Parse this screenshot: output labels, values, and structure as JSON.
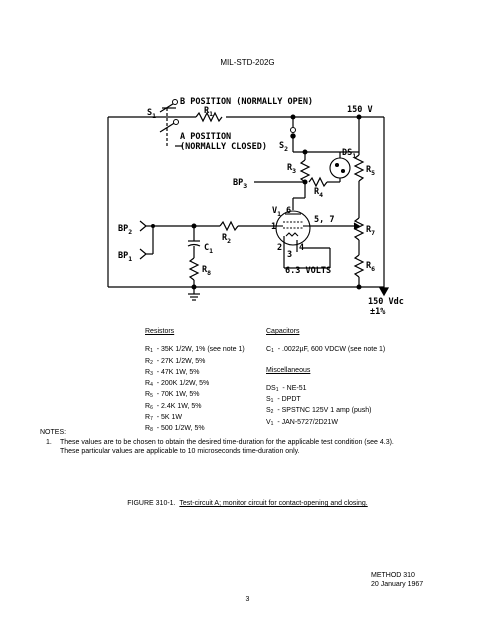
{
  "header": "MIL-STD-202G",
  "diagram": {
    "labels": {
      "s1": "S",
      "s1_sub": "1",
      "b_position": "B POSITION (NORMALLY OPEN)",
      "r1": "R",
      "r1_sub": "1",
      "v150": "150 V",
      "a_position": "A POSITION",
      "normally_closed": "(NORMALLY CLOSED)",
      "s2": "S",
      "s2_sub": "2",
      "ds1": "DS",
      "ds1_sub": "1",
      "r3": "R",
      "r3_sub": "3",
      "r5": "R",
      "r5_sub": "5",
      "r4": "R",
      "r4_sub": "4",
      "bp3": "BP",
      "bp3_sub": "3",
      "v1": "V",
      "v1_sub": "1",
      "pin6": "6",
      "pin57": "5, 7",
      "pin1": "1",
      "pin2": "2",
      "pin3": "3",
      "pin4": "4",
      "r7": "R",
      "r7_sub": "7",
      "bp2": "BP",
      "bp2_sub": "2",
      "c1": "C",
      "c1_sub": "1",
      "r2": "R",
      "r2_sub": "2",
      "bp1": "BP",
      "bp1_sub": "1",
      "r8": "R",
      "r8_sub": "8",
      "r6": "R",
      "r6_sub": "6",
      "volts": "6.3 VOLTS",
      "vdc": "150 Vdc",
      "tol": "±1%"
    }
  },
  "resistors": {
    "heading": "Resistors",
    "items": [
      {
        "sym": "R",
        "sub": "1",
        "text": "-  35K 1/2W, 1% (see note 1)"
      },
      {
        "sym": "R",
        "sub": "2",
        "text": "-  27K 1/2W, 5%"
      },
      {
        "sym": "R",
        "sub": "3",
        "text": "-  47K 1W, 5%"
      },
      {
        "sym": "R",
        "sub": "4",
        "text": "-  200K 1/2W, 5%"
      },
      {
        "sym": "R",
        "sub": "5",
        "text": "-  70K 1W, 5%"
      },
      {
        "sym": "R",
        "sub": "6",
        "text": "-  2.4K 1W, 5%"
      },
      {
        "sym": "R",
        "sub": "7",
        "text": "-  5K 1W"
      },
      {
        "sym": "R",
        "sub": "8",
        "text": "-  500 1/2W, 5%"
      }
    ]
  },
  "capacitors": {
    "heading": "Capacitors",
    "item": {
      "sym": "C",
      "sub": "1",
      "text": "-  .0022µF, 600 VDCW (see note 1)"
    }
  },
  "miscellaneous": {
    "heading": "Miscellaneous",
    "items": [
      {
        "sym": "DS",
        "sub": "1",
        "text": "-  NE-51"
      },
      {
        "sym": "S",
        "sub": "1",
        "text": "-  DPDT"
      },
      {
        "sym": "S",
        "sub": "2",
        "text": "-  SPSTNC 125V 1 amp (push)"
      },
      {
        "sym": "V",
        "sub": "1",
        "text": "-  JAN-5727/2D21W"
      }
    ]
  },
  "notes": {
    "heading": "NOTES:",
    "n1_num": "1.",
    "n1_line1": "These values are to be chosen to obtain the desired time-duration for the applicable test condition (see 4.3).",
    "n1_line2": "These particular values are applicable to 10 microseconds time-duration only."
  },
  "figure": {
    "label": "FIGURE 310-1.",
    "caption": "Test-circuit A; monitor circuit for contact-opening and closing."
  },
  "footer": {
    "method": "METHOD 310",
    "date": "20 January 1967",
    "page": "3"
  }
}
